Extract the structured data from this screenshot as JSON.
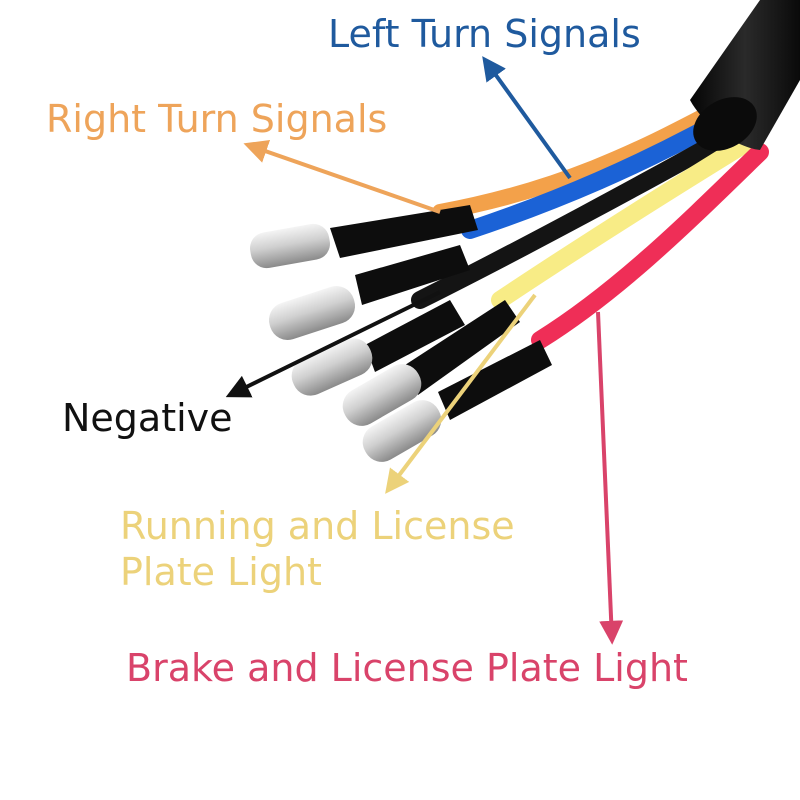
{
  "labels": {
    "left_turn": "Left Turn Signals",
    "right_turn": "Right Turn Signals",
    "negative": "Negative",
    "running_line1": "Running and License",
    "running_line2": "Plate Light",
    "brake": "Brake and License Plate Light"
  },
  "colors": {
    "left_turn": "#1f5a9e",
    "right_turn": "#eea45a",
    "negative": "#111111",
    "running": "#ecd27a",
    "brake": "#d9436a",
    "wire_blue": "#1b62d6",
    "wire_orange": "#f3a14a",
    "wire_black": "#141414",
    "wire_yellow": "#f8ec86",
    "wire_red": "#ef2e57",
    "sheath": "#0c0c0c",
    "connector_metal": "#c8c8c8"
  },
  "wires": [
    "orange",
    "blue",
    "black",
    "yellow",
    "red"
  ],
  "connectors": [
    "bullet-connector",
    "bullet-connector",
    "bullet-connector",
    "bullet-connector",
    "bullet-connector"
  ]
}
